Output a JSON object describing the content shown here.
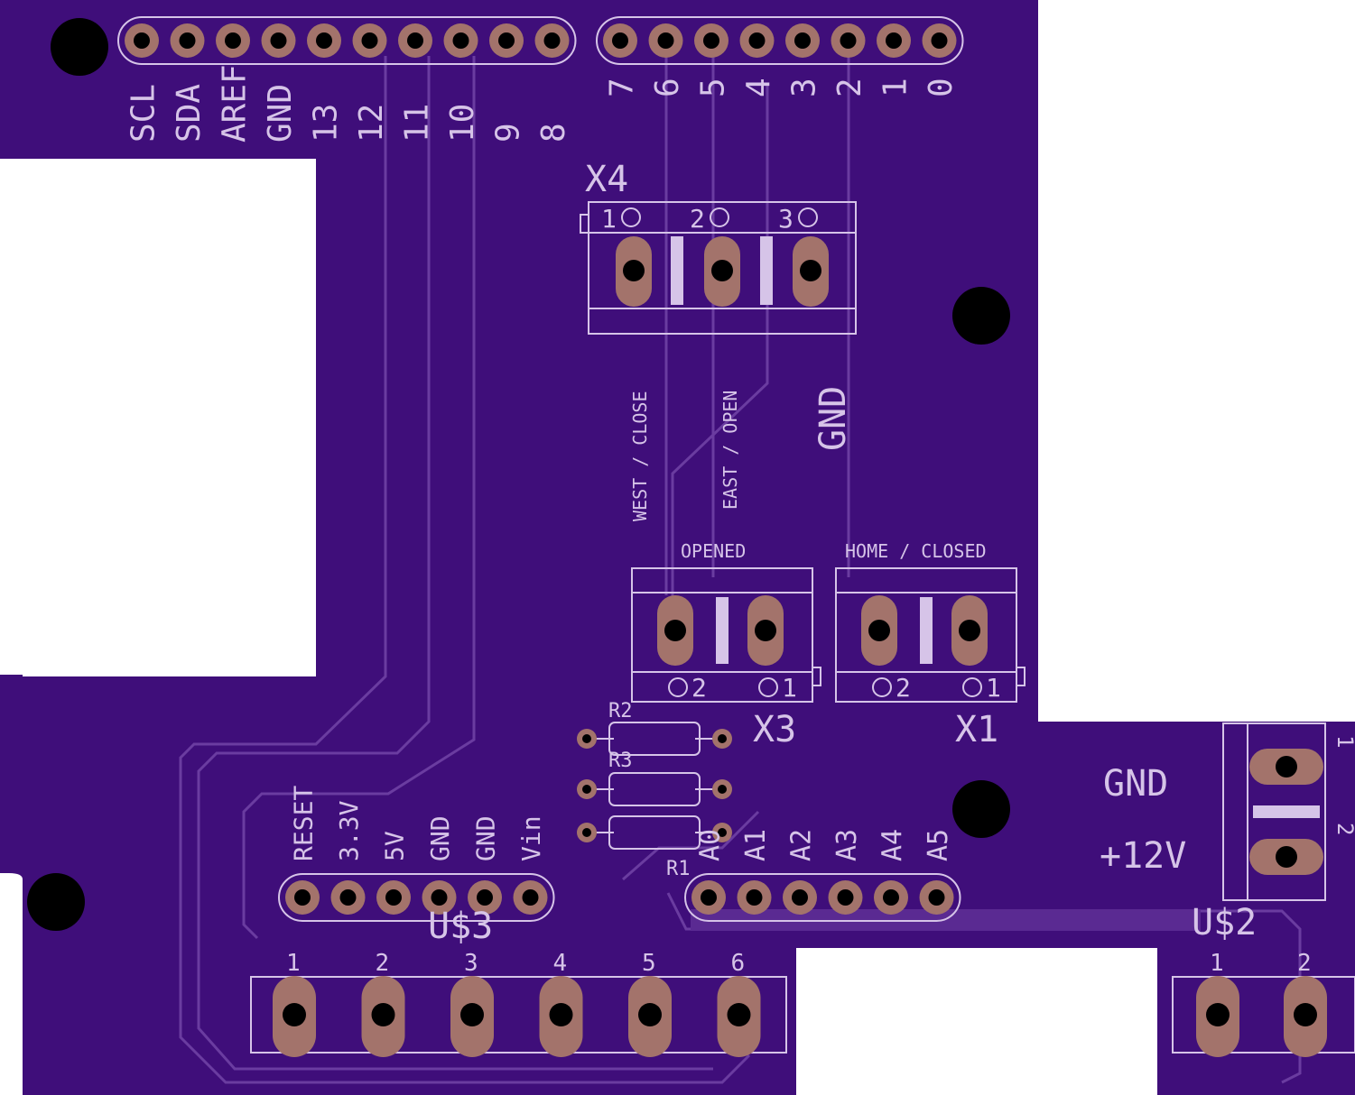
{
  "colors": {
    "board": "#3f0e7a",
    "background": "#ffffff",
    "silkscreen": "#d6c4e8",
    "pad": "#a3736b",
    "drill": "#000000",
    "trace": "#6a3ca0"
  },
  "header_top_left": {
    "labels": [
      "SCL",
      "SDA",
      "AREF",
      "GND",
      "13",
      "12",
      "11",
      "10",
      "9",
      "8"
    ]
  },
  "header_top_right": {
    "labels": [
      "7",
      "6",
      "5",
      "4",
      "3",
      "2",
      "1",
      "0"
    ]
  },
  "x4": {
    "name": "X4",
    "pin_labels": [
      "1",
      "2",
      "3"
    ],
    "wire_labels": [
      "WEST / CLOSE",
      "EAST / OPEN",
      "GND"
    ]
  },
  "x3": {
    "name": "X3",
    "caption": "OPENED",
    "pin_labels": [
      "2",
      "1"
    ]
  },
  "x1": {
    "name": "X1",
    "caption": "HOME / CLOSED",
    "pin_labels": [
      "2",
      "1"
    ]
  },
  "resistors": [
    "R2",
    "R3",
    "R1"
  ],
  "header_power": {
    "labels": [
      "RESET",
      "3.3V",
      "5V",
      "GND",
      "GND",
      "Vin"
    ]
  },
  "header_analog": {
    "labels": [
      "A0",
      "A1",
      "A2",
      "A3",
      "A4",
      "A5"
    ]
  },
  "u3": {
    "name": "U$3",
    "pin_labels": [
      "1",
      "2",
      "3",
      "4",
      "5",
      "6"
    ]
  },
  "u2": {
    "name": "U$2",
    "pin_labels": [
      "1",
      "2"
    ],
    "side_labels": [
      "GND",
      "+12V"
    ]
  },
  "power_connector": {
    "pin_labels": [
      "1",
      "2"
    ]
  }
}
